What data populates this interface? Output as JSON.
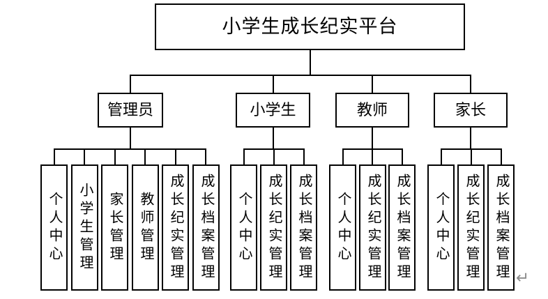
{
  "diagram": {
    "background_color": "#ffffff",
    "line_color": "#000000",
    "text_color": "#000000",
    "root": {
      "label": "小学生成长纪实平台"
    },
    "branches": [
      {
        "label": "管理员",
        "children": [
          "个人中心",
          "小学生管理",
          "家长管理",
          "教师管理",
          "成长纪实管理",
          "成长档案管理"
        ]
      },
      {
        "label": "小学生",
        "children": [
          "个人中心",
          "成长纪实管理",
          "成长档案管理"
        ]
      },
      {
        "label": "教师",
        "children": [
          "个人中心",
          "成长纪实管理",
          "成长档案管理"
        ]
      },
      {
        "label": "家长",
        "children": [
          "个人中心",
          "成长纪实管理",
          "成长档案管理"
        ]
      }
    ],
    "paragraph_mark": {
      "glyph": "↵",
      "color": "#8c8c8c"
    }
  }
}
